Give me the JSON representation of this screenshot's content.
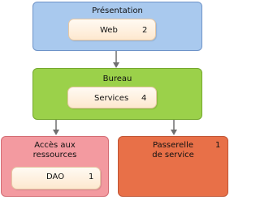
{
  "layers": {
    "presentation": {
      "title": "Présentation",
      "component": {
        "label": "Web",
        "count": "2"
      },
      "fill": "#a9c9ee",
      "border": "#6e93c7"
    },
    "bureau": {
      "title": "Bureau",
      "component": {
        "label": "Services",
        "count": "4"
      },
      "fill": "#9bd14a",
      "border": "#74a82e"
    },
    "acces": {
      "title_line1": "Accès aux",
      "title_line2": "ressources",
      "component": {
        "label": "DAO",
        "count": "1"
      },
      "fill": "#f39aa0",
      "border": "#d36d74"
    },
    "passerelle": {
      "title_line1": "Passerelle",
      "title_line2": "de service",
      "count": "1",
      "fill": "#e87048",
      "border": "#c05535"
    }
  },
  "colors": {
    "connector": "#6f6f6f"
  }
}
